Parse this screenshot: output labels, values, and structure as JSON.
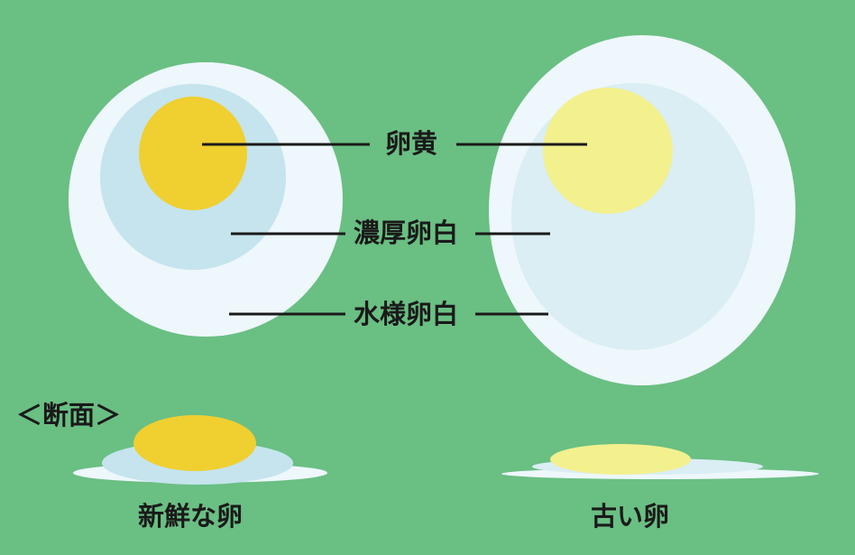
{
  "labels": {
    "yolk": "卵黄",
    "thick_white": "濃厚卵白",
    "thin_white": "水様卵白",
    "cross_section": "＜断面＞",
    "fresh_egg": "新鮮な卵",
    "old_egg": "古い卵"
  },
  "colors": {
    "background": "#6abf83",
    "thin_white": "#eef7fb",
    "thick_white": "#c5e4ee",
    "thick_white_old": "#daeef4",
    "yolk_fresh": "#f0cf30",
    "yolk_old": "#f3f08e",
    "line": "#1a1a1a"
  }
}
